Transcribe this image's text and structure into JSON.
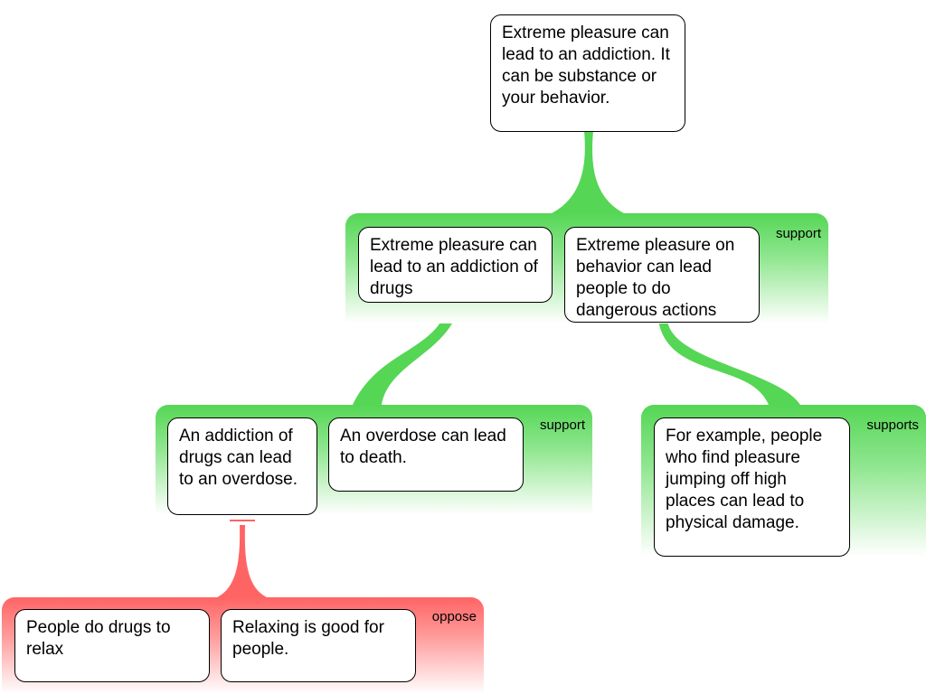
{
  "nodes": {
    "root": "Extreme pleasure can lead to an addiction. It can be substance or your behavior.",
    "drugs": "Extreme pleasure can lead to an addiction of drugs",
    "behavior": "Extreme pleasure on behavior can lead people to do dangerous actions",
    "overdose": "An addiction of drugs can lead to an overdose.",
    "death": "An overdose can lead to death.",
    "example": "For example, people who find pleasure jumping off high places can lead to physical damage.",
    "relax": "People do drugs to relax",
    "good": "Relaxing is good for people."
  },
  "groups": {
    "g1": "support",
    "g2": "support",
    "g3": "supports",
    "g4": "oppose"
  },
  "colors": {
    "support": "#55d655",
    "oppose": "#ff6464"
  }
}
